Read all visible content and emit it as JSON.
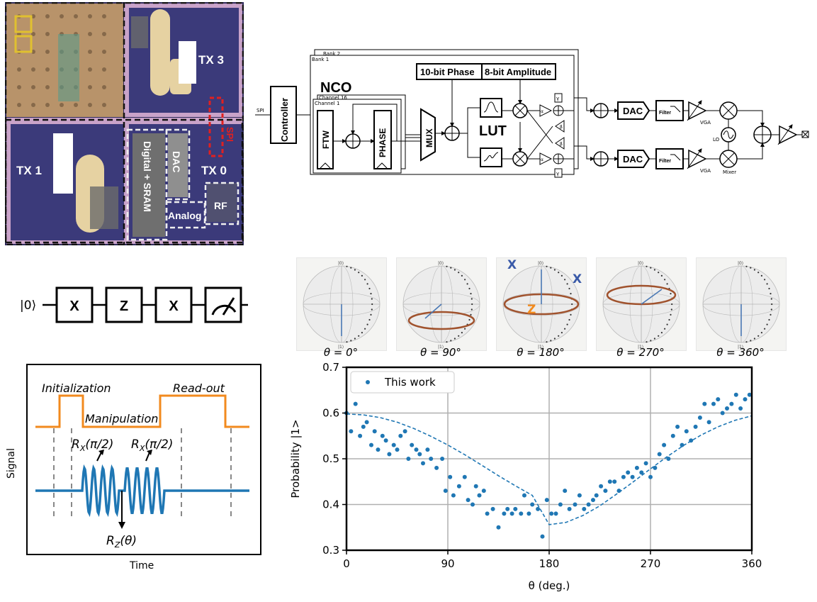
{
  "chip": {
    "labels": {
      "tx3": "TX 3",
      "tx1": "TX 1",
      "tx0": "TX 0",
      "spi": "SPI",
      "digital": "Digital + SRAM",
      "dac": "DAC",
      "analog": "Analog",
      "rf": "RF"
    }
  },
  "block_diagram": {
    "bank2": "Bank 2",
    "bank1": "Bank 1",
    "spi": "SPI",
    "controller": "Controller",
    "nco": "NCO",
    "channel16": "Channel 16",
    "channel1": "Channel 1",
    "ftw": "FTW",
    "phase": "PHASE",
    "mux": "MUX",
    "phase_bits": "10-bit Phase",
    "amp_bits": "8-bit Amplitude",
    "lut": "LUT",
    "dac": "DAC",
    "filter": "Filter",
    "vga": "VGA",
    "lo": "LO",
    "mixer": "Mixer",
    "alpha": "α",
    "beta": "β",
    "gamma": "γ"
  },
  "circuit": {
    "ket": "|0⟩",
    "gates": [
      "X",
      "Z",
      "X"
    ]
  },
  "timing": {
    "initialization": "Initialization",
    "readout": "Read-out",
    "manipulation": "Manipulation",
    "rx1": "R",
    "rx1_sub": "X",
    "rx1_arg": "(π/2)",
    "rx2": "R",
    "rx2_sub": "X",
    "rx2_arg": "(π/2)",
    "rz": "R",
    "rz_sub": "Z",
    "rz_arg": "(θ)",
    "ylabel": "Signal",
    "xlabel": "Time",
    "colors": {
      "control": "#f28a1e",
      "signal": "#1f77b4"
    }
  },
  "bloch": {
    "labels": [
      "θ = 0°",
      "θ = 90°",
      "θ = 180°",
      "θ = 270°",
      "θ = 360°"
    ],
    "annot": {
      "x1": "X",
      "x2": "X",
      "z": "Z"
    }
  },
  "chart_data": {
    "type": "scatter",
    "xlabel": "θ (deg.)",
    "ylabel": "Probability |1>",
    "xlim": [
      0,
      360
    ],
    "ylim": [
      0.3,
      0.7
    ],
    "xticks": [
      0,
      90,
      180,
      270,
      360
    ],
    "yticks": [
      0.3,
      0.4,
      0.5,
      0.6,
      0.7
    ],
    "grid": true,
    "legend_position": "top-left",
    "color": "#1f77b4",
    "series": [
      {
        "name": "This work",
        "style": "markers",
        "x": [
          0,
          4,
          8,
          12,
          15,
          18,
          22,
          25,
          28,
          32,
          35,
          38,
          42,
          45,
          48,
          52,
          55,
          58,
          62,
          65,
          68,
          72,
          75,
          80,
          85,
          88,
          92,
          95,
          100,
          105,
          108,
          112,
          115,
          118,
          122,
          125,
          130,
          135,
          140,
          143,
          147,
          150,
          155,
          158,
          162,
          165,
          170,
          174,
          178,
          182,
          186,
          190,
          194,
          198,
          203,
          207,
          211,
          215,
          219,
          222,
          226,
          230,
          234,
          238,
          242,
          246,
          250,
          254,
          258,
          262,
          266,
          270,
          274,
          278,
          282,
          286,
          290,
          294,
          298,
          302,
          306,
          310,
          314,
          318,
          322,
          326,
          330,
          334,
          338,
          342,
          346,
          350,
          354,
          358
        ],
        "y": [
          0.6,
          0.56,
          0.62,
          0.55,
          0.57,
          0.58,
          0.53,
          0.56,
          0.52,
          0.55,
          0.54,
          0.51,
          0.53,
          0.52,
          0.55,
          0.56,
          0.5,
          0.53,
          0.52,
          0.51,
          0.49,
          0.52,
          0.5,
          0.48,
          0.5,
          0.43,
          0.46,
          0.42,
          0.44,
          0.46,
          0.41,
          0.4,
          0.44,
          0.42,
          0.43,
          0.38,
          0.39,
          0.35,
          0.38,
          0.39,
          0.38,
          0.39,
          0.38,
          0.42,
          0.38,
          0.4,
          0.39,
          0.33,
          0.41,
          0.38,
          0.38,
          0.4,
          0.43,
          0.39,
          0.4,
          0.42,
          0.39,
          0.4,
          0.41,
          0.42,
          0.44,
          0.43,
          0.45,
          0.45,
          0.43,
          0.46,
          0.47,
          0.46,
          0.48,
          0.47,
          0.49,
          0.46,
          0.48,
          0.51,
          0.53,
          0.5,
          0.55,
          0.57,
          0.53,
          0.56,
          0.54,
          0.57,
          0.59,
          0.62,
          0.58,
          0.62,
          0.63,
          0.6,
          0.61,
          0.62,
          0.64,
          0.61,
          0.63,
          0.64
        ]
      },
      {
        "name": "",
        "style": "dashed",
        "x": [
          0,
          15,
          30,
          45,
          60,
          75,
          90,
          105,
          120,
          135,
          150,
          165,
          180,
          195,
          210,
          225,
          240,
          255,
          270,
          285,
          300,
          315,
          330,
          345,
          360
        ],
        "y": [
          0.598,
          0.596,
          0.59,
          0.58,
          0.566,
          0.549,
          0.53,
          0.509,
          0.486,
          0.463,
          0.441,
          0.42,
          0.356,
          0.361,
          0.376,
          0.397,
          0.423,
          0.45,
          0.478,
          0.505,
          0.53,
          0.552,
          0.57,
          0.584,
          0.594
        ]
      }
    ]
  }
}
